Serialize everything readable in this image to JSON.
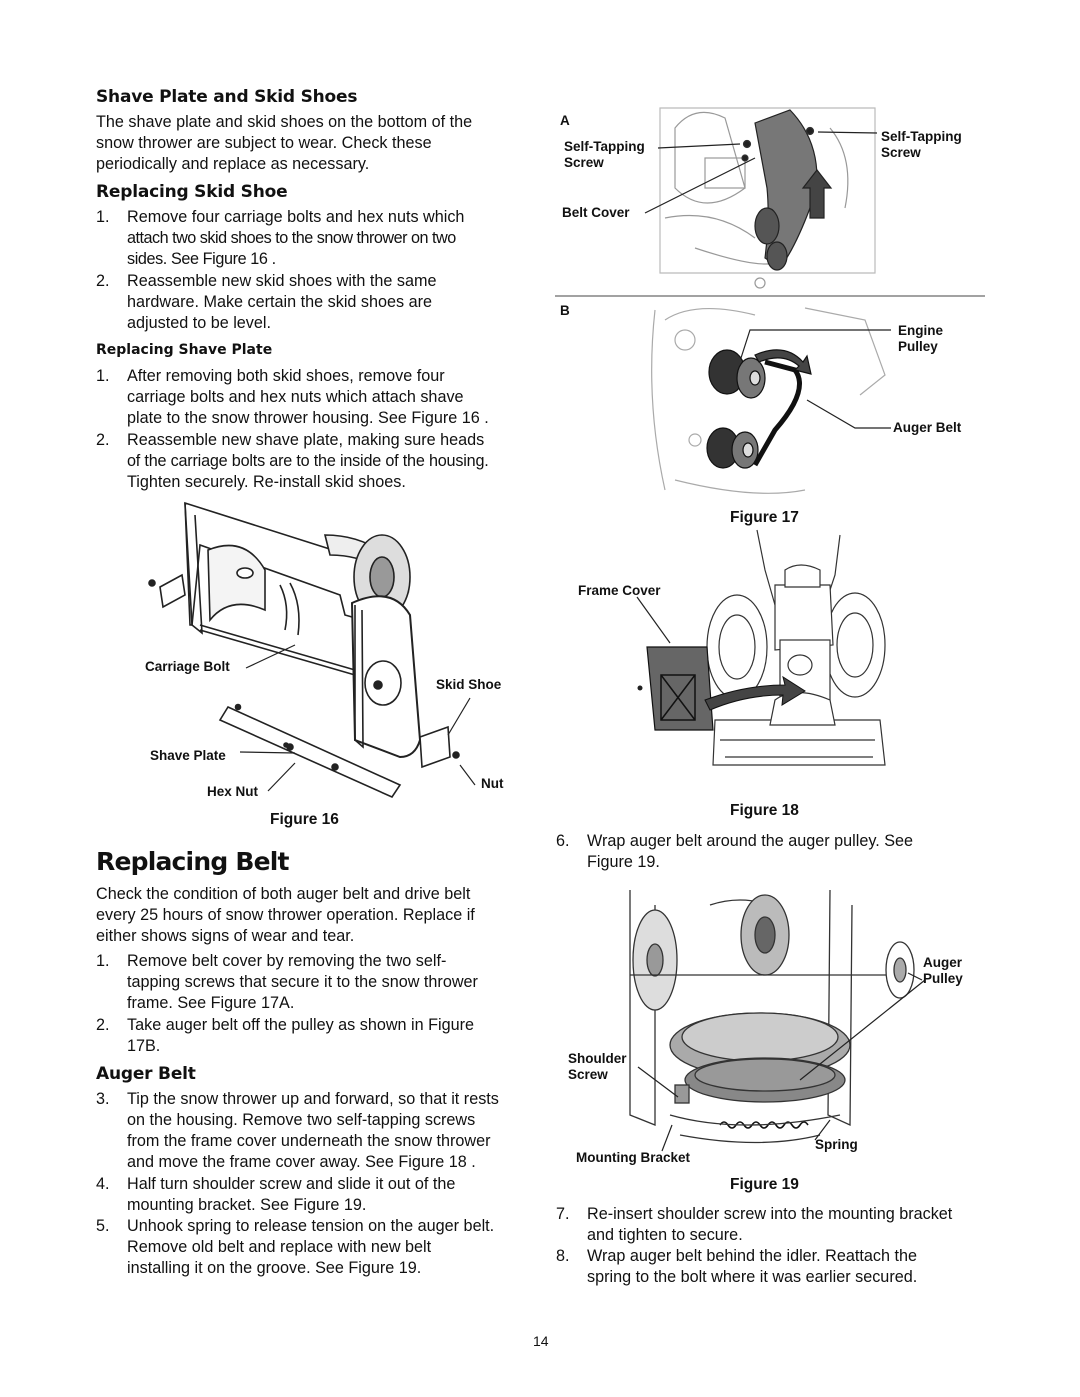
{
  "left": {
    "h_shave": "Shave Plate and Skid Shoes",
    "p_shave": [
      "The shave plate and skid shoes on the bottom of the",
      "snow thrower are subject to wear. Check these",
      "periodically and replace as necessary."
    ],
    "h_skid": "Replacing Skid Shoe",
    "skid_steps": [
      {
        "num": "1.",
        "lines": [
          "Remove four carriage bolts and hex nuts which",
          "attach two skid shoes to the snow thrower on two",
          "sides. See Figure 16 ."
        ]
      },
      {
        "num": "2.",
        "lines": [
          "Reassemble new skid shoes with the same",
          "hardware. Make certain the skid shoes are",
          "adjusted to be level."
        ]
      }
    ],
    "h_shave_plate": "Replacing Shave Plate",
    "plate_steps": [
      {
        "num": "1.",
        "lines": [
          "After removing both skid shoes, remove four",
          "carriage bolts and hex nuts which attach shave",
          "plate to the snow thrower housing. See Figure 16 ."
        ]
      },
      {
        "num": "2.",
        "lines": [
          "Reassemble new shave plate, making sure heads",
          "of the carriage bolts are to the inside of the housing.",
          "Tighten securely.  Re-install skid shoes."
        ]
      }
    ],
    "fig16": {
      "labels": {
        "carriage_bolt": "Carriage Bolt",
        "skid_shoe": "Skid Shoe",
        "shave_plate": "Shave Plate",
        "hex_nut": "Hex Nut",
        "nut": "Nut"
      },
      "caption": "Figure 16"
    },
    "h_belt": "Replacing Belt",
    "p_belt": [
      "Check the condition of both auger belt and drive belt",
      "every 25 hours of snow thrower operation. Replace if",
      "either shows signs of wear and tear."
    ],
    "belt_steps": [
      {
        "num": "1.",
        "lines": [
          "Remove belt cover by removing the two self-",
          "tapping screws that secure it to the snow thrower",
          "frame. See Figure 17A."
        ]
      },
      {
        "num": "2.",
        "lines": [
          "Take auger belt off the pulley as shown in Figure",
          "17B."
        ]
      }
    ],
    "h_auger": "Auger Belt",
    "auger_steps": [
      {
        "num": "3.",
        "lines": [
          "Tip the snow thrower up and forward, so that it rests",
          "on the housing. Remove two self-tapping screws",
          "from the frame cover underneath the snow thrower",
          "and move the frame cover away. See Figure 18 ."
        ]
      },
      {
        "num": "4.",
        "lines": [
          "Half turn shoulder screw and slide it out of the",
          "mounting bracket. See Figure 19."
        ]
      },
      {
        "num": "5.",
        "lines": [
          "Unhook spring to release tension on the auger belt.",
          "Remove old belt and replace with new belt",
          "installing it on the groove. See Figure 19."
        ]
      }
    ]
  },
  "right": {
    "fig17": {
      "a_label": "A",
      "b_label": "B",
      "self_tapping_left": [
        "Self-Tapping",
        "Screw"
      ],
      "self_tapping_right": [
        "Self-Tapping",
        "Screw"
      ],
      "belt_cover": "Belt Cover",
      "engine_pulley": [
        "Engine",
        "Pulley"
      ],
      "auger_belt": "Auger Belt",
      "caption": "Figure 17"
    },
    "fig18": {
      "frame_cover": "Frame Cover",
      "caption": "Figure 18"
    },
    "step6": {
      "num": "6.",
      "lines": [
        "Wrap auger belt around the auger pulley. See",
        "Figure 19."
      ]
    },
    "fig19": {
      "auger_pulley": [
        "Auger",
        "Pulley"
      ],
      "shoulder_screw": [
        "Shoulder",
        "Screw"
      ],
      "spring": "Spring",
      "mounting_bracket": "Mounting Bracket",
      "caption": "Figure 19"
    },
    "step7": {
      "num": "7.",
      "lines": [
        "Re-insert shoulder screw into the mounting bracket",
        "and tighten to secure."
      ]
    },
    "step8": {
      "num": "8.",
      "lines": [
        "Wrap auger belt behind the idler. Reattach the",
        "spring to the bolt where it was earlier secured."
      ]
    }
  },
  "page_number": "14"
}
